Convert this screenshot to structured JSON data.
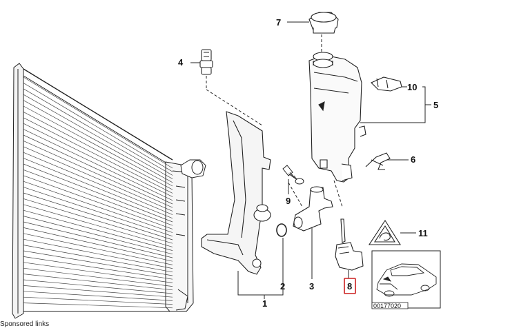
{
  "diagram": {
    "callouts": [
      {
        "id": "1",
        "label": "1"
      },
      {
        "id": "2",
        "label": "2"
      },
      {
        "id": "3",
        "label": "3"
      },
      {
        "id": "4",
        "label": "4"
      },
      {
        "id": "5",
        "label": "5"
      },
      {
        "id": "6",
        "label": "6"
      },
      {
        "id": "7",
        "label": "7"
      },
      {
        "id": "8",
        "label": "8",
        "highlighted": true
      },
      {
        "id": "9",
        "label": "9"
      },
      {
        "id": "10",
        "label": "10"
      },
      {
        "id": "11",
        "label": "11"
      }
    ],
    "thumbnail_code": "00177020",
    "highlight_color": "#cc1f1f"
  },
  "footer": {
    "sponsored_label": "Sponsored links"
  }
}
